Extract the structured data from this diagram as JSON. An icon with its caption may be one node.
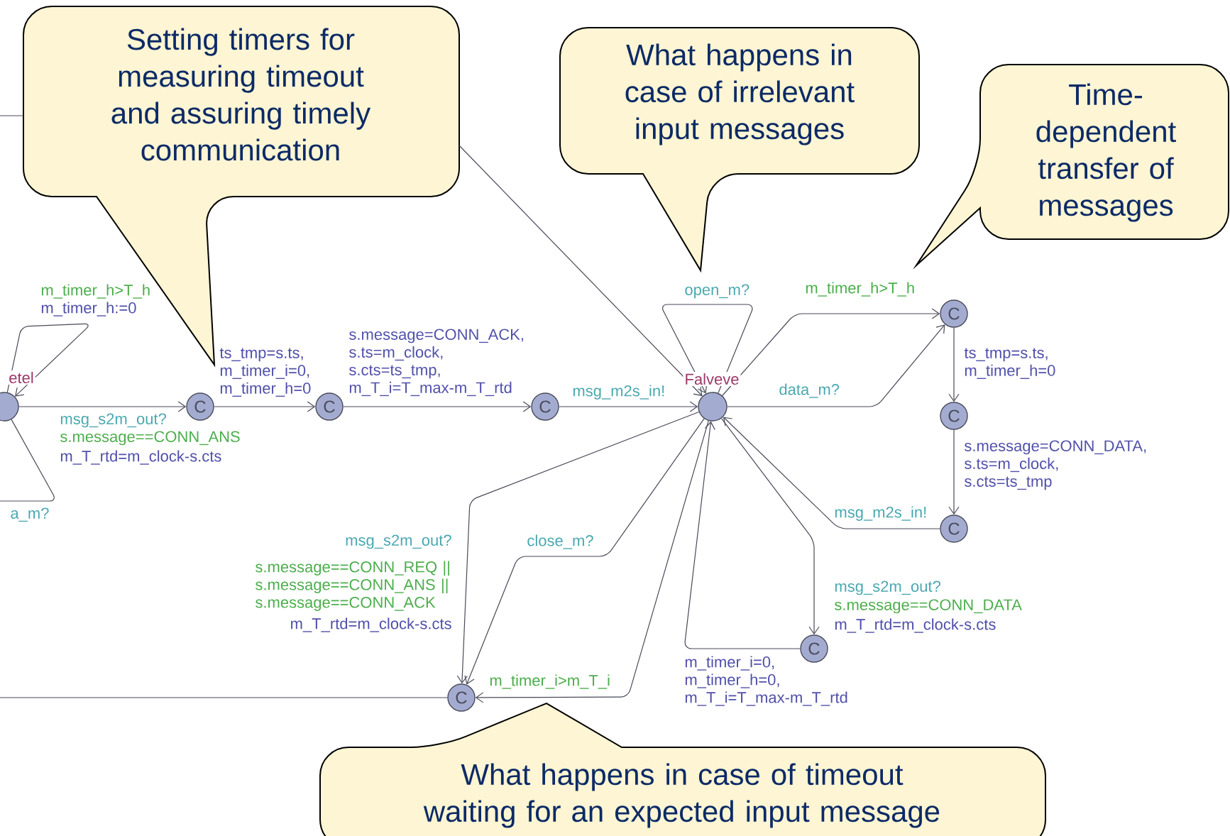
{
  "diagram": {
    "nodes": [
      {
        "text": [],
        "shape": "circle",
        "beside": [
          "etel"
        ]
      },
      {
        "text": [
          "C"
        ]
      },
      {
        "text": [
          "C"
        ]
      },
      {
        "text": [
          "C"
        ]
      },
      {
        "text": [],
        "shape": "circle",
        "beside": [
          "Falveve"
        ]
      },
      {
        "text": [
          "C"
        ]
      },
      {
        "text": [
          "C"
        ]
      },
      {
        "text": [
          "C"
        ]
      },
      {
        "text": [
          "C"
        ]
      },
      {
        "text": [
          "C"
        ]
      },
      {
        "text": [
          "Setting timers for measuring timeout and assuring timely communication"
        ]
      },
      {
        "text": [
          "What happens in case of irrelevant input messages"
        ]
      },
      {
        "text": [
          "Time-dependent transfer of messages"
        ]
      },
      {
        "text": [
          "What happens in case of timeout waiting for an expected input message"
        ]
      }
    ],
    "edges": [
      {
        "from": 0,
        "to": 0,
        "arrow": "to",
        "label": "m_timer_h>T_h"
      },
      {
        "from": 0,
        "to": 1,
        "arrow": "to",
        "label": "msg_s2m_out?"
      },
      {
        "from": 0,
        "to": null,
        "arrow": "none",
        "label": "a_m?"
      },
      {
        "from": null,
        "to": 4,
        "arrow": "to"
      },
      {
        "from": 3,
        "to": 4,
        "arrow": "to",
        "label": "msg_m2s_in!"
      },
      {
        "from": 1,
        "to": 2,
        "arrow": "to",
        "label": "ts_tmp=s.ts, m_timer_i=0, m_timer_h=0"
      },
      {
        "from": 2,
        "to": 3,
        "arrow": "to",
        "label": "s.message=CONN_ACK, s.ts=m_clock, s.cts=ts_tmp, m_T_i=T_max-m_T_rtd"
      },
      {
        "from": 4,
        "to": 4,
        "arrow": "to",
        "label": "open_m?"
      },
      {
        "from": 4,
        "to": 5,
        "arrow": "to",
        "label": "m_timer_h>T_h"
      },
      {
        "from": 4,
        "to": 5,
        "arrow": "to",
        "label": "data_m?"
      },
      {
        "from": 5,
        "to": 6,
        "arrow": "to",
        "label": "ts_tmp=s.ts, m_timer_h=0"
      },
      {
        "from": 6,
        "to": 7,
        "arrow": "to",
        "label": "s.message=CONN_DATA, s.ts=m_clock, s.cts=ts_tmp"
      },
      {
        "from": 7,
        "to": 4,
        "arrow": "to",
        "label": "msg_m2s_in!"
      },
      {
        "from": 4,
        "to": 8,
        "arrow": "to",
        "label": "msg_s2m_out?"
      },
      {
        "from": 8,
        "to": 4,
        "arrow": "to",
        "label": "m_timer_i=0, m_timer_h=0, m_T_i=T_max-m_T_rtd"
      },
      {
        "from": 4,
        "to": 9,
        "arrow": "to",
        "label": "msg_s2m_out?"
      },
      {
        "from": 4,
        "to": 9,
        "arrow": "to",
        "label": "close_m?"
      },
      {
        "from": 4,
        "to": 9,
        "arrow": "to",
        "label": "m_timer_i>m_T_i"
      },
      {
        "from": 9,
        "to": null,
        "arrow": "none"
      }
    ],
    "labels": [
      "m_timer_h:=0",
      "s.message==CONN_ANS",
      "m_T_rtd=m_clock-s.cts",
      "s.message==CONN_REQ || s.message==CONN_ANS || s.message==CONN_ACK",
      "m_T_rtd=m_clock-s.cts",
      "s.message==CONN_DATA",
      "m_T_rtd=m_clock-s.cts"
    ]
  }
}
